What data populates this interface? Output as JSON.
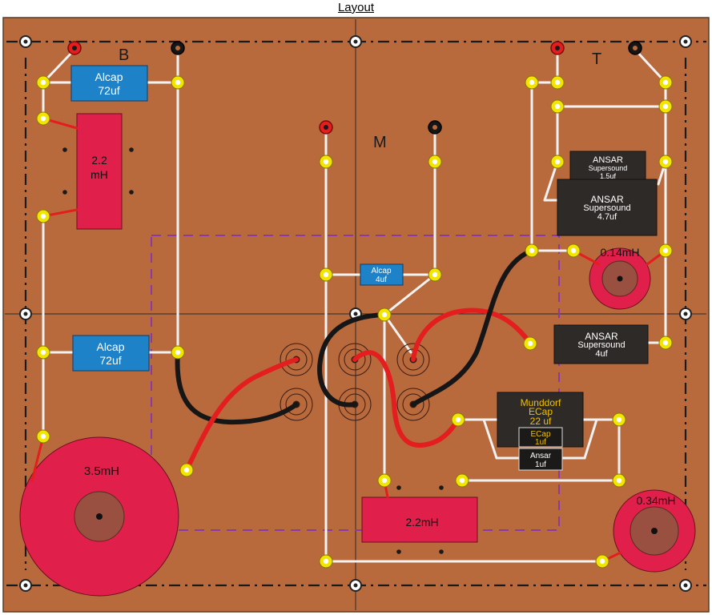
{
  "title": "Layout",
  "colors": {
    "board": "#b86a3d",
    "board_border": "#5a3a20",
    "trace": "#f2f2f2",
    "terminal_ring": "#f2e600",
    "wire_red": "#e41e1e",
    "wire_black": "#161616",
    "inductor": "#e0204a",
    "inductor_core": "#9a5040",
    "cap_blue": "#1e82c8",
    "cap_dark": "#2e2a28",
    "guide": "#7a3a9a"
  },
  "sections": {
    "bass": "B",
    "mid": "M",
    "tweeter": "T"
  },
  "components": {
    "bass_cap_top": [
      "Alcap",
      "72uf"
    ],
    "bass_cap_bottom": [
      "Alcap",
      "72uf"
    ],
    "bass_coil_small": [
      "2.2",
      "mH"
    ],
    "bass_coil_large": "3.5mH",
    "mid_cap": [
      "Alcap",
      "4uf"
    ],
    "mid_coil": "2.2mH",
    "tw_cap_small": [
      "ANSAR",
      "Supersound",
      "1.5uf"
    ],
    "tw_cap_large": [
      "ANSAR",
      "Supersound",
      "4.7uf"
    ],
    "tw_cap_4uf": [
      "ANSAR",
      "Supersound",
      "4uf"
    ],
    "tw_coil": "0.14mH",
    "mid_coil_round": "0.34mH",
    "munddorf_cap": [
      "Munddorf",
      "ECap",
      "22 uf"
    ],
    "ecap_1uf": [
      "ECap",
      "1uf"
    ],
    "ansar_1uf": [
      "Ansar",
      "1uf"
    ]
  }
}
